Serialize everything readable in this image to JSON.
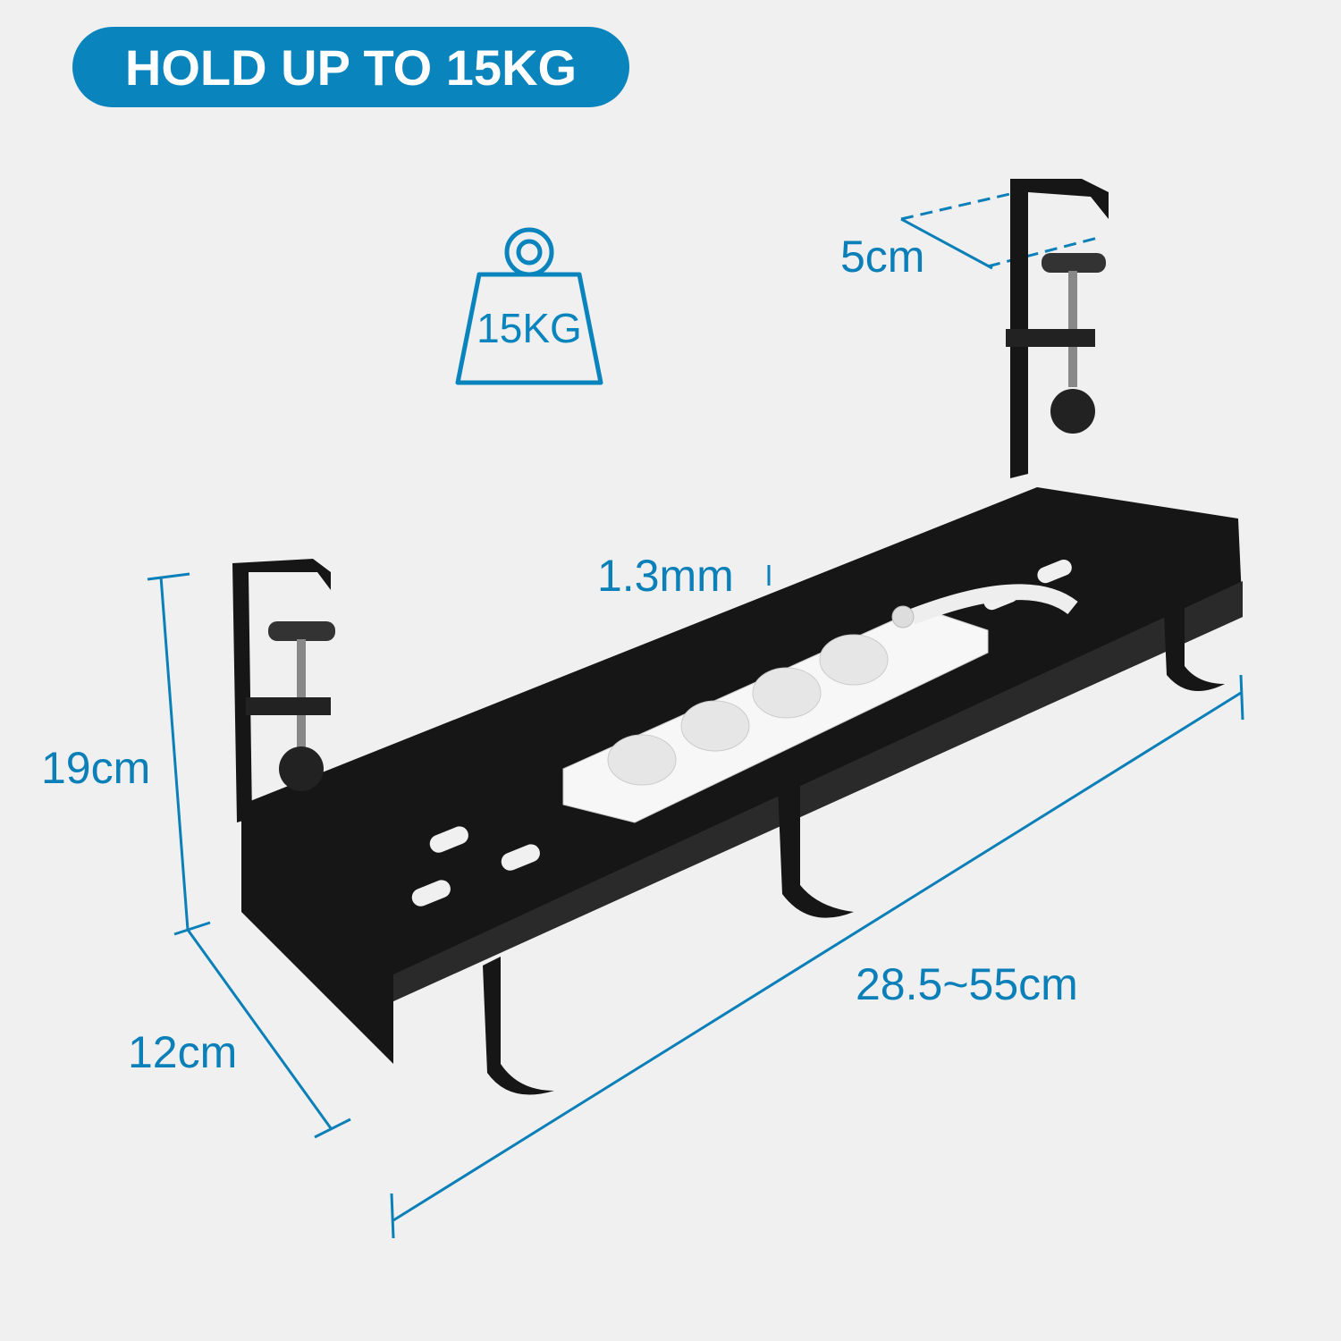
{
  "badge": {
    "text": "HOLD UP TO 15KG"
  },
  "weight_icon": {
    "label": "15KG"
  },
  "dimensions": {
    "clamp_depth": "5cm",
    "thickness": "1.3mm",
    "height": "19cm",
    "depth": "12cm",
    "length": "28.5~55cm"
  },
  "colors": {
    "accent": "#0a84bd",
    "background": "#f0f0f0",
    "tray": "#161616",
    "power_strip": "#f7f7f7"
  }
}
